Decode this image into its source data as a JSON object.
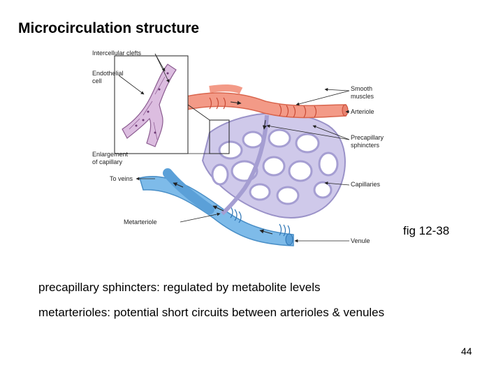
{
  "slide": {
    "title": "Microcirculation structure",
    "fig_ref": "fig 12-38",
    "notes": [
      "precapillary sphincters: regulated by metabolite levels",
      "metarterioles: potential short circuits between arterioles & venules"
    ],
    "page_number": "44"
  },
  "diagram": {
    "labels": {
      "intercellular_clefts": "Intercellular clefts",
      "endothelial_1": "Endothelial",
      "endothelial_2": "cell",
      "enlargement_1": "Enlargement",
      "enlargement_2": "of capillary",
      "to_veins": "To veins",
      "metarteriole": "Metarteriole",
      "smooth_1": "Smooth",
      "smooth_2": "muscles",
      "arteriole": "Arteriole",
      "precap_1": "Precapillary",
      "precap_2": "sphincters",
      "capillaries": "Capillaries",
      "venule": "Venule"
    },
    "colors": {
      "arteriole": "#f08a78",
      "venule": "#6fb3e8",
      "capillary_bed": "#b9b3dd",
      "enlargement": "#d9b3d6"
    }
  }
}
